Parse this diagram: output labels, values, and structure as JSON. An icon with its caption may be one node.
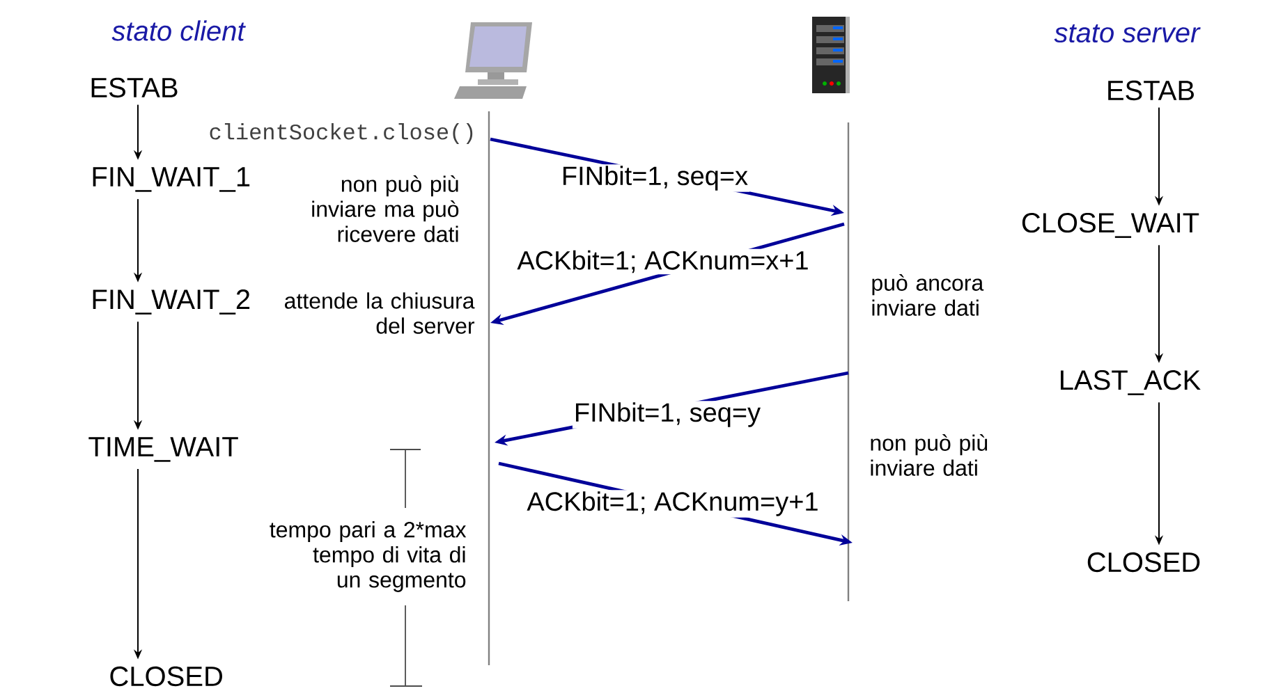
{
  "diagram": {
    "nodes": [
      {
        "text": [
          "ESTAB"
        ]
      },
      {
        "text": [
          "FIN_WAIT_1"
        ]
      },
      {
        "text": [
          "FIN_WAIT_2"
        ]
      },
      {
        "text": [
          "TIME_WAIT"
        ]
      },
      {
        "text": [
          "CLOSED"
        ]
      },
      {
        "text": [
          "ESTAB"
        ]
      },
      {
        "text": [
          "CLOSE_WAIT"
        ]
      },
      {
        "text": [
          "LAST_ACK"
        ]
      },
      {
        "text": [
          "CLOSED"
        ]
      }
    ],
    "edges": [
      {
        "from": 0,
        "to": 1,
        "arrow": "to"
      },
      {
        "from": 1,
        "to": 2,
        "arrow": "to"
      },
      {
        "from": 2,
        "to": 3,
        "arrow": "to"
      },
      {
        "from": 3,
        "to": 4,
        "arrow": "to"
      },
      {
        "from": 5,
        "to": 6,
        "arrow": "to"
      },
      {
        "from": 6,
        "to": 7,
        "arrow": "to"
      },
      {
        "from": 7,
        "to": 8,
        "arrow": "to"
      }
    ],
    "labels": [
      "stato client",
      "stato server",
      "clientSocket.close()",
      "non può più inviare ma può ricevere dati",
      "FINbit=1, seq=x",
      "ACKbit=1; ACKnum=x+1",
      "attende la chiusura del server",
      "può ancora inviare dati",
      "FINbit=1, seq=y",
      "non può più inviare dati",
      "ACKbit=1; ACKnum=y+1",
      "tempo pari a 2*max tempo di vita di un segmento"
    ]
  }
}
